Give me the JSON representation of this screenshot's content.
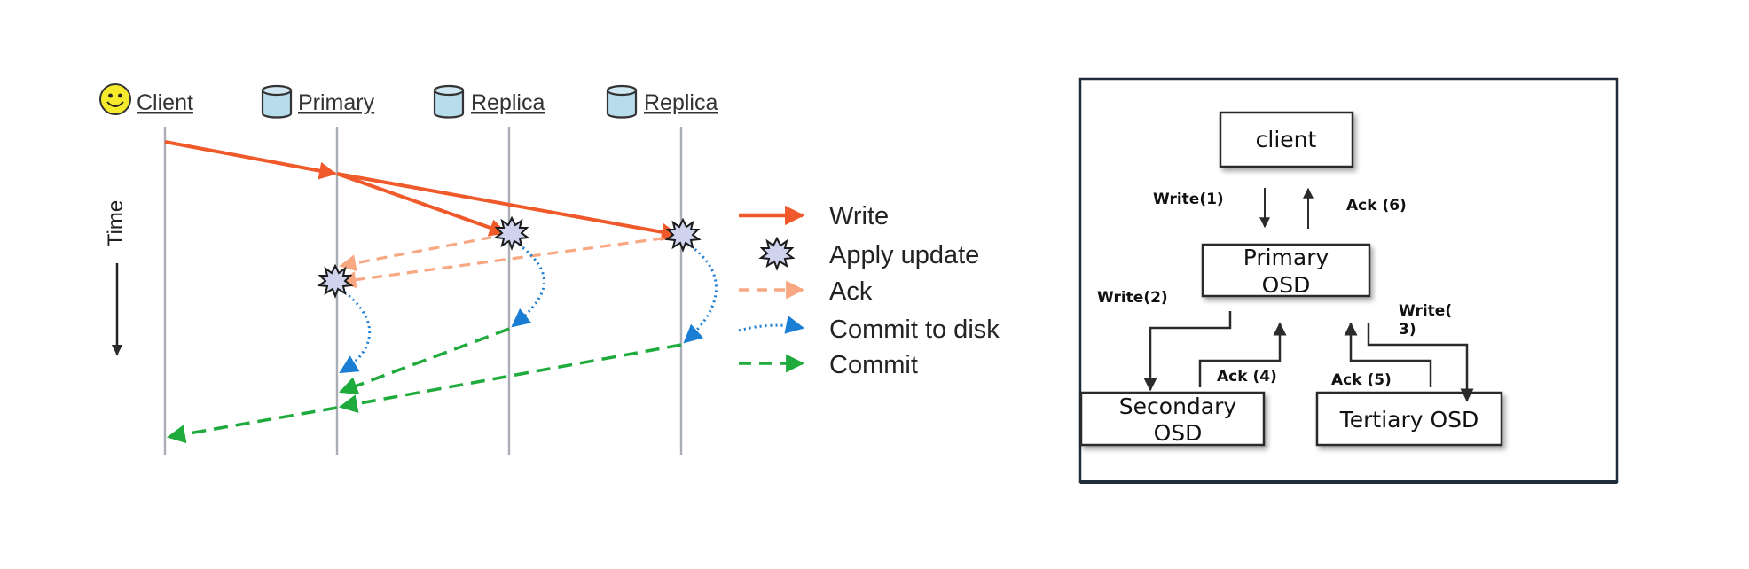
{
  "sequence_diagram": {
    "actors": [
      {
        "id": "client",
        "label": "Client",
        "icon": "smiley-face-icon"
      },
      {
        "id": "primary",
        "label": "Primary",
        "icon": "database-cylinder-icon"
      },
      {
        "id": "replica1",
        "label": "Replica",
        "icon": "database-cylinder-icon"
      },
      {
        "id": "replica2",
        "label": "Replica",
        "icon": "database-cylinder-icon"
      }
    ],
    "time_axis_label": "Time",
    "legend": [
      {
        "key": "write",
        "label": "Write",
        "color": "#f05a2a",
        "style": "solid"
      },
      {
        "key": "apply",
        "label": "Apply update",
        "color": "#cfd3ee",
        "style": "starburst"
      },
      {
        "key": "ack",
        "label": "Ack",
        "color": "#f7a882",
        "style": "dashed"
      },
      {
        "key": "commit_disk",
        "label": "Commit to disk",
        "color": "#1a7ed4",
        "style": "dotted"
      },
      {
        "key": "commit",
        "label": "Commit",
        "color": "#1faa3c",
        "style": "dashed"
      }
    ],
    "messages": [
      {
        "type": "write",
        "from": "client",
        "to": "primary",
        "order": 1
      },
      {
        "type": "write",
        "from": "primary",
        "to": "replica1",
        "order": 2
      },
      {
        "type": "write",
        "from": "primary",
        "to": "replica2",
        "order": 2
      },
      {
        "type": "apply",
        "at": "replica1",
        "order": 3
      },
      {
        "type": "apply",
        "at": "replica2",
        "order": 3
      },
      {
        "type": "ack",
        "from": "replica1",
        "to": "primary",
        "order": 4
      },
      {
        "type": "ack",
        "from": "replica2",
        "to": "primary",
        "order": 4
      },
      {
        "type": "apply",
        "at": "primary",
        "order": 5
      },
      {
        "type": "commit_disk",
        "at": "replica1",
        "order": 6
      },
      {
        "type": "commit_disk",
        "at": "replica2",
        "order": 6
      },
      {
        "type": "commit_disk",
        "at": "primary",
        "order": 6
      },
      {
        "type": "commit",
        "from": "replica1",
        "to": "primary",
        "order": 7
      },
      {
        "type": "commit",
        "from": "replica2",
        "to": "primary",
        "order": 7
      },
      {
        "type": "commit",
        "from": "primary",
        "to": "client",
        "order": 8
      }
    ]
  },
  "osd_diagram": {
    "boxes": {
      "client": [
        "client"
      ],
      "primary": [
        "Primary",
        "OSD"
      ],
      "secondary": [
        "Secondary",
        "OSD"
      ],
      "tertiary": [
        "Tertiary OSD"
      ]
    },
    "edges": {
      "write1": [
        "Write(1)"
      ],
      "ack6": [
        "Ack (6)"
      ],
      "write2": [
        "Write(2)"
      ],
      "write3": [
        "Write(",
        "3)"
      ],
      "ack4": [
        "Ack (4)"
      ],
      "ack5": [
        "Ack (5)"
      ]
    },
    "border_color": "#1f2d3a"
  }
}
